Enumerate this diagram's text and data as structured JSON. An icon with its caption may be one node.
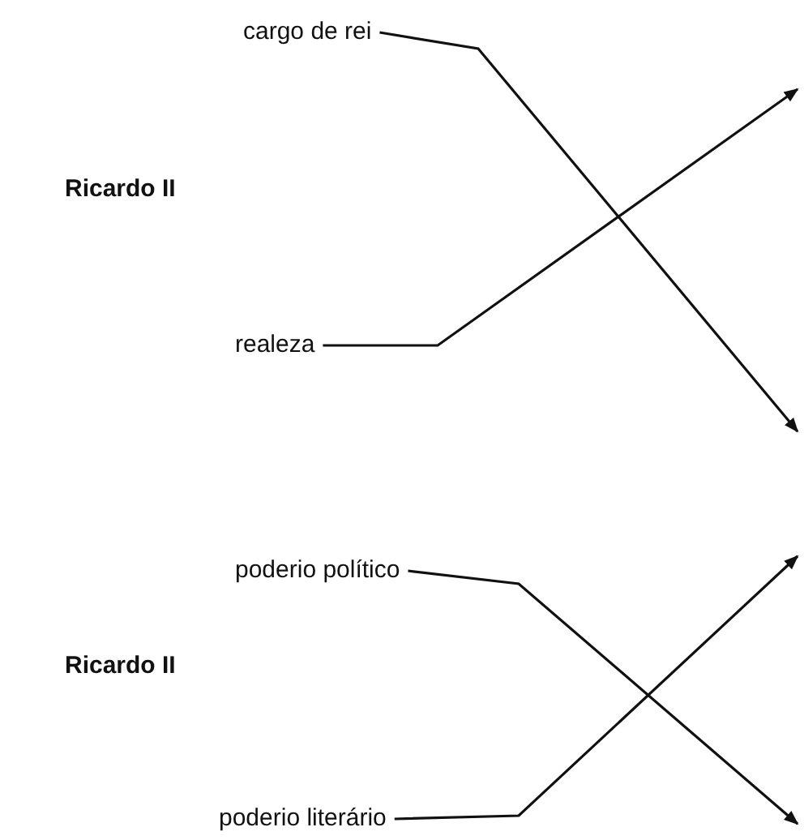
{
  "diagram": {
    "nodes": [
      {
        "text": [
          "cargo de rei"
        ]
      },
      {
        "text": [
          "realeza"
        ]
      },
      {
        "text": [
          "poderio político"
        ]
      },
      {
        "text": [
          "poderio literário"
        ]
      }
    ],
    "edges": [
      {
        "from": 0,
        "to": null,
        "arrow": "to"
      },
      {
        "from": 1,
        "to": null,
        "arrow": "to"
      },
      {
        "from": 2,
        "to": null,
        "arrow": "to"
      },
      {
        "from": 3,
        "to": null,
        "arrow": "to"
      }
    ],
    "labels": [
      "Ricardo II",
      "Ricardo II"
    ]
  }
}
